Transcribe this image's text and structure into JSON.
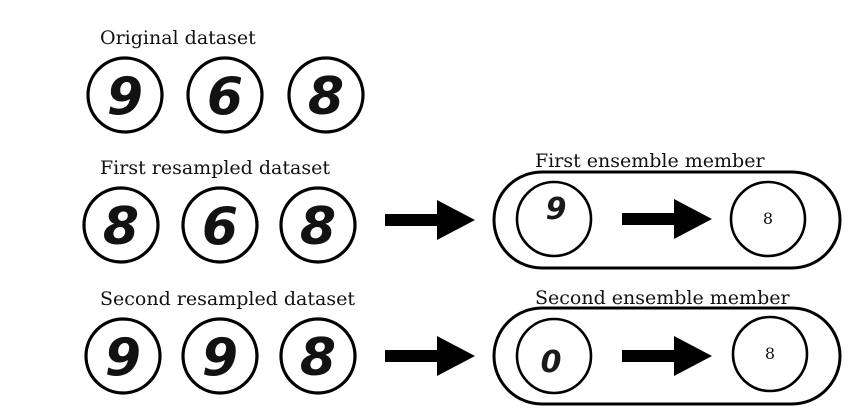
{
  "rows": [
    {
      "label": "Original dataset",
      "digits": [
        "9",
        "6",
        "8"
      ]
    },
    {
      "label": "First resampled dataset",
      "digits": [
        "8",
        "6",
        "8"
      ],
      "member": {
        "label": "First ensemble member",
        "input_digit": "9",
        "prediction": "8"
      }
    },
    {
      "label": "Second resampled dataset",
      "digits": [
        "9",
        "9",
        "8"
      ],
      "member": {
        "label": "Second ensemble member",
        "input_digit": "0",
        "prediction": "8"
      }
    }
  ],
  "icons": {
    "arrow": "right-arrow-icon"
  }
}
